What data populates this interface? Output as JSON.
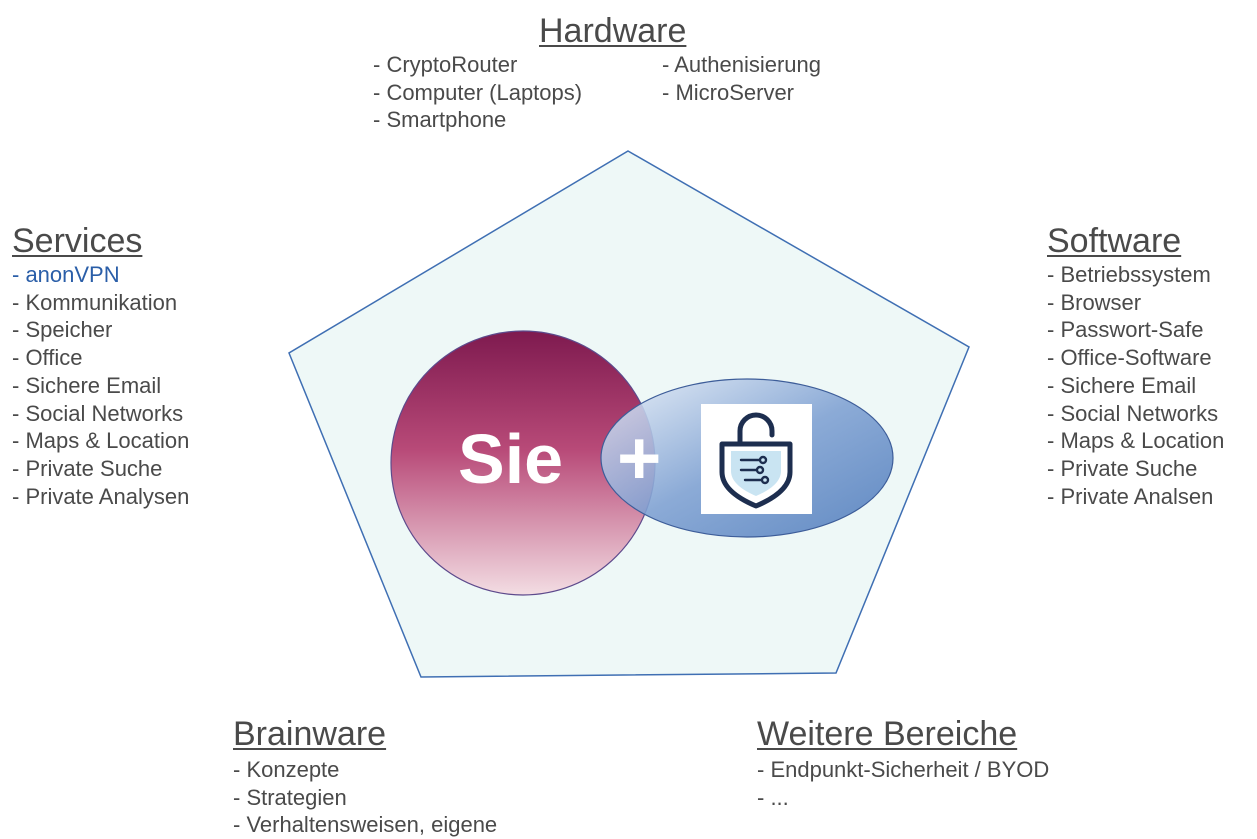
{
  "hardware": {
    "title": "Hardware",
    "col1": [
      "- CryptoRouter",
      "- Computer (Laptops)",
      "- Smartphone"
    ],
    "col2": [
      "- Authenisierung",
      "- MicroServer"
    ]
  },
  "services": {
    "title": "Services",
    "items": [
      "- anonVPN",
      "- Kommunikation",
      "- Speicher",
      "- Office",
      "- Sichere Email",
      "- Social Networks",
      "- Maps & Location",
      "- Private Suche",
      "- Private Analysen"
    ]
  },
  "software": {
    "title": "Software",
    "items": [
      "- Betriebssystem",
      "- Browser",
      "- Passwort-Safe",
      "- Office-Software",
      "- Sichere Email",
      "- Social Networks",
      "- Maps & Location",
      "- Private Suche",
      "- Private Analsen"
    ]
  },
  "brainware": {
    "title": "Brainware",
    "items": [
      "- Konzepte",
      "- Strategien",
      "- Verhaltensweisen, eigene"
    ]
  },
  "weitere": {
    "title": "Weitere Bereiche",
    "items": [
      "- Endpunkt-Sicherheit / BYOD",
      "- ..."
    ]
  },
  "center": {
    "sie": "Sie",
    "plus": "+",
    "logo_icon": "shield-lock-icon"
  },
  "colors": {
    "pentagon_fill": "#eef8f7",
    "pentagon_stroke": "#3f6fb3",
    "circle_top": "#8b1f55",
    "circle_bottom": "#f0d8df",
    "ellipse": "#5a86c2",
    "highlight": "#2a5ea8"
  }
}
